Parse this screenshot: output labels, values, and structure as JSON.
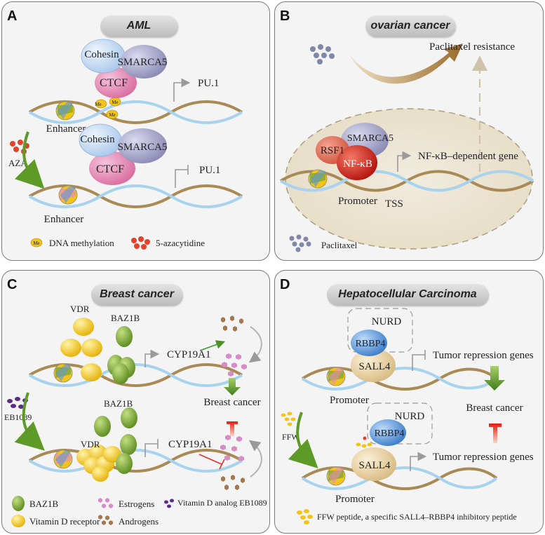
{
  "panels": {
    "a": {
      "letter": "A",
      "title": "AML",
      "top": {
        "cohesin": "Cohesin",
        "smarca5": "SMARCA5",
        "ctcf": "CTCF",
        "gene": "PU.1",
        "enhancer": "Enhancer",
        "me": "Me"
      },
      "drug": "AZA",
      "bottom": {
        "cohesin": "Cohesin",
        "smarca5": "SMARCA5",
        "ctcf": "CTCF",
        "gene": "PU.1",
        "enhancer": "Enhancer"
      },
      "legend": {
        "me": "Me",
        "methylation": "DNA methylation",
        "azacytidine": "5-azacytidine"
      }
    },
    "b": {
      "letter": "B",
      "title": "ovarian cancer",
      "resistance": "Paclitaxel resistance",
      "rsf1": "RSF1",
      "smarca5": "SMARCA5",
      "nfkb": "NF-κB",
      "gene": "NF-κB–dependent gene",
      "promoter": "Promoter",
      "tss": "TSS",
      "legend": "Paclitaxel"
    },
    "c": {
      "letter": "C",
      "title": "Breast cancer",
      "vdr_top": "VDR",
      "baz1b_top": "BAZ1B",
      "cyp_top": "CYP19A1",
      "outcome": "Breast cancer",
      "drug": "EB1089",
      "baz1b_bottom": "BAZ1B",
      "vdr_bottom": "VDR",
      "cyp_bottom": "CYP19A1",
      "legend": {
        "baz1b": "BAZ1B",
        "estrogens": "Estrogens",
        "eb1089": "Vitamin D analog EB1089",
        "vdr": "Vitamin D receptor",
        "androgens": "Androgens"
      }
    },
    "d": {
      "letter": "D",
      "title": "Hepatocellular Carcinoma",
      "nurd_top": "NURD",
      "rbbp4_top": "RBBP4",
      "sall4_top": "SALL4",
      "genes_top": "Tumor repression genes",
      "promoter_top": "Promoter",
      "outcome": "Breast cancer",
      "drug": "FFW",
      "nurd_bottom": "NURD",
      "rbbp4_bottom": "RBBP4",
      "sall4_bottom": "SALL4",
      "genes_bottom": "Tumor repression genes",
      "promoter_bottom": "Promoter",
      "legend": "FFW peptide, a specific SALL4–RBBP4 inhibitory peptide"
    }
  },
  "colors": {
    "cohesin": "#cfe2f5",
    "smarca5": "#a9a9c9",
    "ctcf": "#e88db5",
    "rsf1": "#e66b55",
    "nfkb": "#d4281c",
    "baz1b": "#7fa834",
    "vdr": "#f2c418",
    "sall4": "#ecd6a6",
    "rbbp4": "#5f98d8",
    "arrow_green": "#5e9a28"
  }
}
